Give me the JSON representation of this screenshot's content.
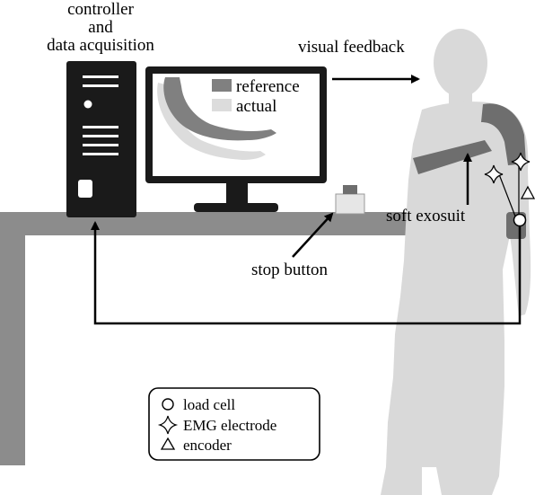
{
  "labels": {
    "controller_line1": "controller",
    "controller_line2": "and",
    "controller_line3": "data acquisition",
    "visual_feedback": "visual feedback",
    "stop_button": "stop button",
    "soft_exosuit": "soft exosuit"
  },
  "monitor_legend": {
    "reference": "reference",
    "actual": "actual"
  },
  "legend": {
    "items": [
      {
        "symbol": "circle",
        "label": "load cell"
      },
      {
        "symbol": "star",
        "label": "EMG electrode"
      },
      {
        "symbol": "triangle",
        "label": "encoder"
      }
    ]
  },
  "colors": {
    "desk": "#8c8c8c",
    "person": "#d9d9d9",
    "exosuit": "#6e6e6e",
    "reference": "#808080",
    "actual": "#dcdcdc"
  }
}
